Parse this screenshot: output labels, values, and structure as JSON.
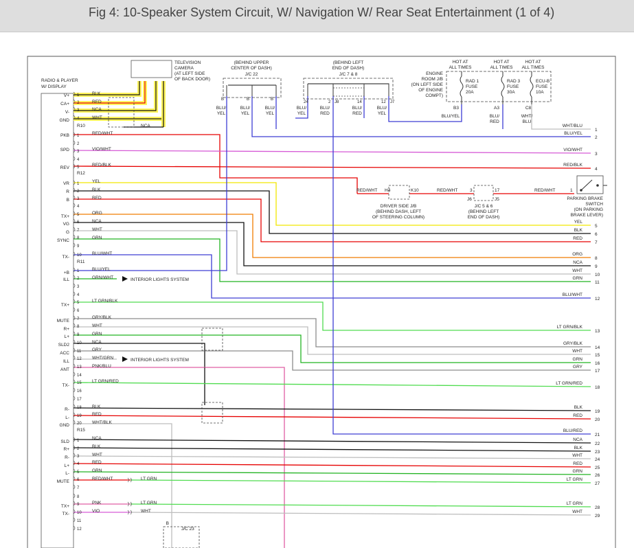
{
  "title": "Fig 4: 10-Speaker System Circuit, W/ Navigation W/ Rear Seat Entertainment (1 of 4)",
  "colors": {
    "RED": "#e60000",
    "YEL": "#f2e600",
    "WHT": "#bdbdbd",
    "BLK": "#111111",
    "GRN": "#22b322",
    "ORG": "#f07c00",
    "VIO": "#d65ad6",
    "BLU": "#3d3dd4",
    "PNK": "#e05fa3",
    "LTGRN": "#4fdc4f",
    "GRY": "#8c8c8c",
    "HL": "#fff45a"
  },
  "radio": {
    "label_line1": "RADIO & PLAYER",
    "label_line2": "W/ DISPLAY",
    "connectors": [
      "R10",
      "R12",
      "R11",
      "R15"
    ],
    "pin_labels": [
      "V+",
      "CA+",
      "V-",
      "GND",
      "PKB",
      "SPD",
      "REV",
      "VR",
      "R",
      "B",
      "TX+",
      "VG",
      "G",
      "SYNC",
      "TX-",
      "+B",
      "ILL",
      "TX+",
      "MUTE",
      "R+",
      "L+",
      "SLD2",
      "ACC",
      "ILL",
      "ANT",
      "TX-",
      "R-",
      "L-",
      "GND",
      "SLD",
      "R+",
      "R-",
      "L+",
      "L-",
      "MUTE",
      "TX+",
      "TX-"
    ],
    "pin_numbers": [
      "1",
      "2",
      "3",
      "4",
      "1",
      "2",
      "3",
      "4",
      "5",
      "1",
      "2",
      "3",
      "4",
      "5",
      "6",
      "7",
      "8",
      "9",
      "10",
      "1",
      "2",
      "3",
      "4",
      "5",
      "6",
      "7",
      "8",
      "9",
      "10",
      "11",
      "12",
      "13",
      "14",
      "15",
      "16",
      "17",
      "18",
      "19",
      "20",
      "1",
      "2",
      "3",
      "4",
      "5",
      "6",
      "7",
      "8",
      "9",
      "10",
      "11",
      "12"
    ],
    "wire_labels": [
      "BLK",
      "RED",
      "NCA",
      "WHT",
      "NCA",
      "RED/WHT",
      "VIO/WHT",
      "RED/BLK",
      "YEL",
      "BLK",
      "RED",
      "ORG",
      "NCA",
      "WHT",
      "GRN",
      "BLU/WHT",
      "BLU/YEL",
      "GRN/WHT",
      "LT GRN/BLK",
      "GRY/BLK",
      "WHT",
      "GRN",
      "NCA",
      "GRY",
      "WHT/GRN",
      "PNK/BLU",
      "LT GRN/RED",
      "BLK",
      "RED",
      "WHT/BLK",
      "NCA",
      "BLK",
      "WHT",
      "RED",
      "GRN",
      "RED/WHT",
      "LT GRN",
      "PNK",
      "LT GRN",
      "VIO",
      "WHT"
    ]
  },
  "camera": {
    "line1": "TELEVISION",
    "line2": "CAMERA",
    "line3": "(AT LEFT SIDE",
    "line4": "OF BACK DOOR)"
  },
  "jc22": {
    "line1": "(BEHIND UPPER",
    "line2": "CENTER OF DASH)",
    "line3": "J/C 22",
    "pins": [
      "B",
      "B",
      "B"
    ],
    "wires": [
      "BLU/",
      "YEL",
      "BLU/",
      "YEL",
      "BLU/",
      "YEL"
    ]
  },
  "jc78": {
    "line1": "(BEHIND LEFT",
    "line2": "END OF DASH)",
    "line3": "J/C 7 & 8",
    "pins": [
      "24",
      "2",
      "J8",
      "14",
      "12",
      "J7"
    ],
    "wires": [
      "BLU/",
      "YEL",
      "BLU/",
      "RED",
      "BLU/",
      "RED",
      "BLU/",
      "YEL"
    ]
  },
  "fuses": {
    "hot": [
      "HOT AT",
      "ALL TIMES",
      "HOT AT",
      "ALL TIMES",
      "HOT AT",
      "ALL TIMES"
    ],
    "box_label": [
      "ENGINE",
      "ROOM J/B",
      "(ON LEFT SIDE",
      "OF ENGINE",
      "COMPT)"
    ],
    "fuse1": [
      "RAD 1",
      "FUSE",
      "20A"
    ],
    "fuse2": [
      "RAD 3",
      "FUSE",
      "30A"
    ],
    "fuse3": [
      "ECU-B",
      "FUSE",
      "10A"
    ],
    "pins": [
      "B3",
      "A3",
      "C8"
    ],
    "wires": [
      "BLU/YEL",
      "BLU/",
      "RED",
      "WHT/",
      "BLU"
    ]
  },
  "connectors": {
    "h4": "H4",
    "k10": "K10",
    "driver_jb": [
      "DRIVER SIDE J/B",
      "(BEHIND DASH, LEFT",
      "OF STEERING COLUMN)"
    ],
    "jc56_pins": [
      "3",
      "17",
      "J6",
      "J5"
    ],
    "jc56": [
      "J/C 5 & 6",
      "(BEHIND LEFT",
      "END OF DASH)"
    ],
    "red_wht": [
      "RED/WHT",
      "RED/WHT",
      "RED/WHT"
    ],
    "pb_pin": "1",
    "parking_brake": [
      "PARKING BRAKE",
      "SWITCH",
      "(ON PARKING",
      "BRAKE LEVER)"
    ]
  },
  "interior_lights": [
    "INTERIOR LIGHTS SYSTEM",
    "INTERIOR LIGHTS SYSTEM"
  ],
  "jc23": {
    "pin": "B",
    "label": "J/C 23"
  },
  "right_labels": [
    "WHT/BLU",
    "BLU/YEL",
    "VIO/WHT",
    "RED/BLK",
    "YEL",
    "BLK",
    "RED",
    "ORG",
    "NCA",
    "WHT",
    "GRN",
    "BLU/WHT",
    "LT GRN/BLK",
    "GRY/BLK",
    "WHT",
    "GRN",
    "GRY",
    "LT GRN/RED",
    "BLK",
    "RED",
    "BLU/RED",
    "NCA",
    "BLK",
    "WHT",
    "RED",
    "GRN",
    "LT GRN",
    "LT GRN",
    "WHT"
  ],
  "right_numbers": [
    "1",
    "2",
    "3",
    "4",
    "5",
    "6",
    "7",
    "8",
    "9",
    "10",
    "11",
    "12",
    "13",
    "14",
    "15",
    "16",
    "17",
    "18",
    "19",
    "20",
    "21",
    "22",
    "23",
    "24",
    "25",
    "26",
    "27",
    "28",
    "29"
  ]
}
